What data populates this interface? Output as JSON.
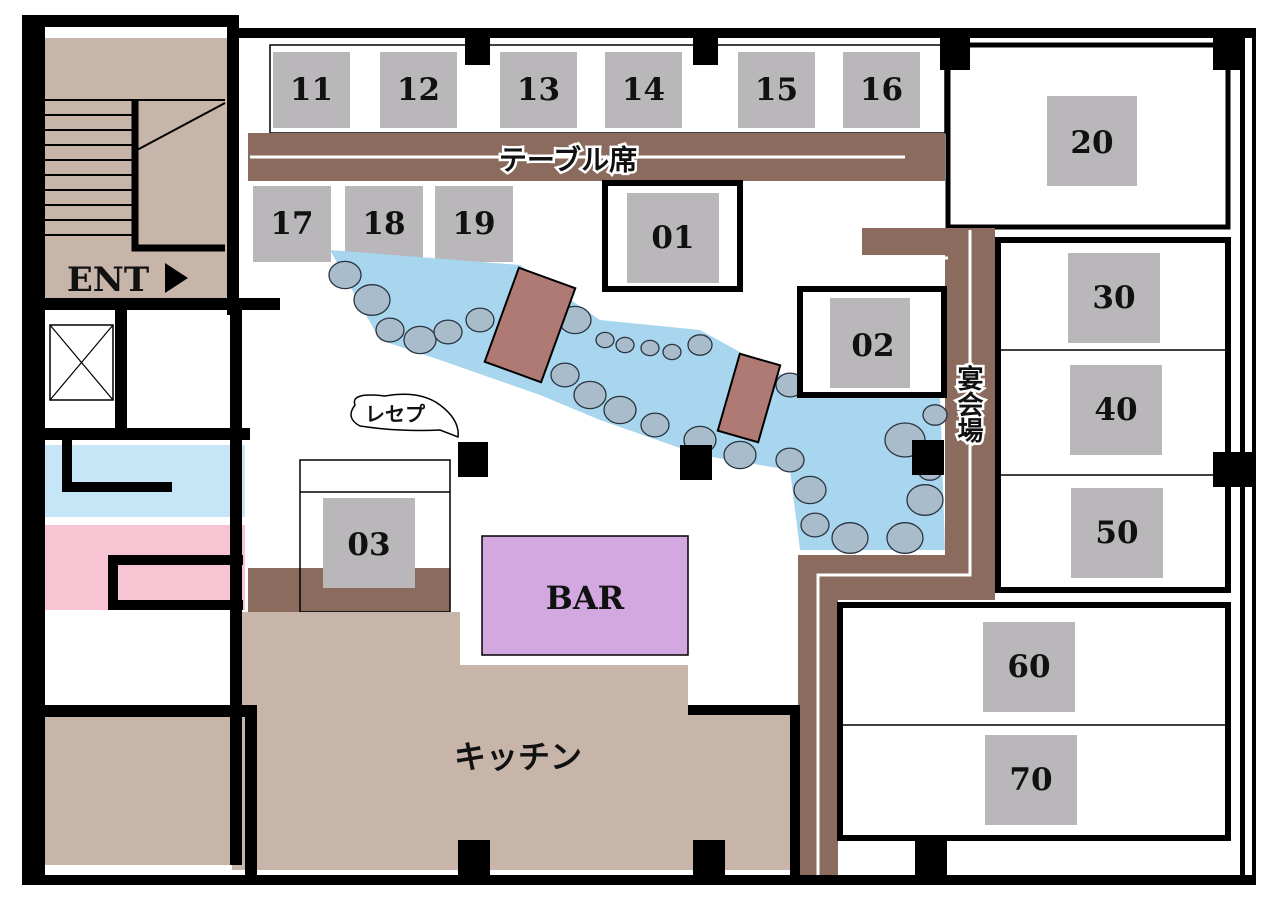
{
  "floor_plan": {
    "entrance_label": "ENT",
    "table_area_label": "テーブル席",
    "banquet_label": "宴会場",
    "reception_label": "レセプ",
    "bar_label": "BAR",
    "kitchen_label": "キッチン",
    "table_seats": [
      "11",
      "12",
      "13",
      "14",
      "15",
      "16",
      "17",
      "18",
      "19"
    ],
    "private_rooms": [
      "01",
      "02",
      "03"
    ],
    "room_20": "20",
    "banquet_rooms": [
      "30",
      "40",
      "50",
      "60",
      "70"
    ]
  },
  "colors": {
    "seat": "#b9b7ba",
    "corridor": "#8a6b5e",
    "stair_kitchen": "#c8b5aa",
    "pond": "#a8d6ee",
    "bridge": "#b07a74",
    "bar": "#d3a7e0",
    "restroom_men": "#c6e6f8",
    "restroom_women": "#f8c4d3"
  }
}
